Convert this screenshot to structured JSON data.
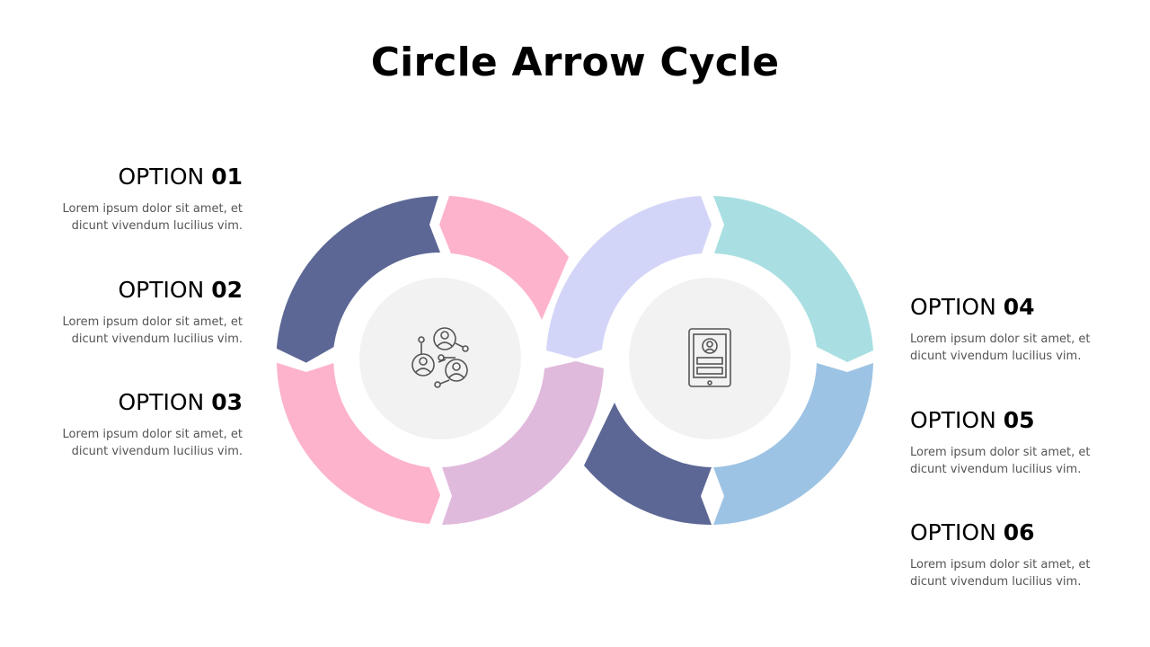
{
  "title": "Circle Arrow Cycle",
  "options": [
    {
      "prefix": "OPTION",
      "number": "01",
      "desc_line1": "Lorem ipsum dolor sit amet, et",
      "desc_line2": "dicunt vivendum  lucilius vim."
    },
    {
      "prefix": "OPTION",
      "number": "02",
      "desc_line1": "Lorem ipsum dolor sit amet, et",
      "desc_line2": "dicunt vivendum  lucilius vim."
    },
    {
      "prefix": "OPTION",
      "number": "03",
      "desc_line1": "Lorem ipsum dolor sit amet, et",
      "desc_line2": "dicunt vivendum  lucilius vim."
    },
    {
      "prefix": "OPTION",
      "number": "04",
      "desc_line1": "Lorem ipsum dolor sit amet, et",
      "desc_line2": "dicunt vivendum  lucilius vim."
    },
    {
      "prefix": "OPTION",
      "number": "05",
      "desc_line1": "Lorem ipsum dolor sit amet, et",
      "desc_line2": "dicunt vivendum  lucilius vim."
    },
    {
      "prefix": "OPTION",
      "number": "06",
      "desc_line1": "Lorem ipsum dolor sit amet, et",
      "desc_line2": "dicunt vivendum  lucilius vim."
    }
  ],
  "icons": {
    "left_center": "network-users-icon",
    "right_center": "tablet-profile-icon"
  },
  "colors": {
    "navy": "#5C6795",
    "pink": "#FDB3CB",
    "lavender": "#D3D5F8",
    "teal": "#A9DFE2",
    "mauve": "#E0BADC",
    "blue": "#9DC3E4",
    "center_fill": "#F2F2F2",
    "icon_stroke": "#555555"
  }
}
